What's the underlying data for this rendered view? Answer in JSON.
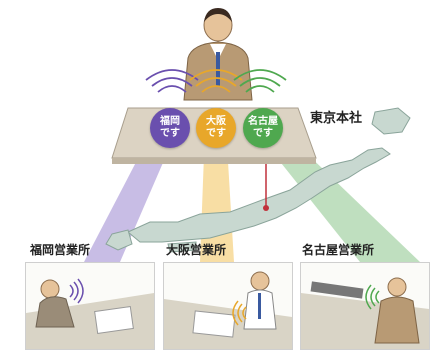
{
  "headquarters": {
    "label": "東京本社"
  },
  "bubbles": [
    {
      "line1": "福岡",
      "line2": "です",
      "color": "#6a4fae"
    },
    {
      "line1": "大阪",
      "line2": "です",
      "color": "#e8a72a"
    },
    {
      "line1": "名古屋",
      "line2": "です",
      "color": "#4fa84f"
    }
  ],
  "offices": [
    {
      "label": "福岡営業所"
    },
    {
      "label": "大阪営業所"
    },
    {
      "label": "名古屋営業所"
    }
  ]
}
